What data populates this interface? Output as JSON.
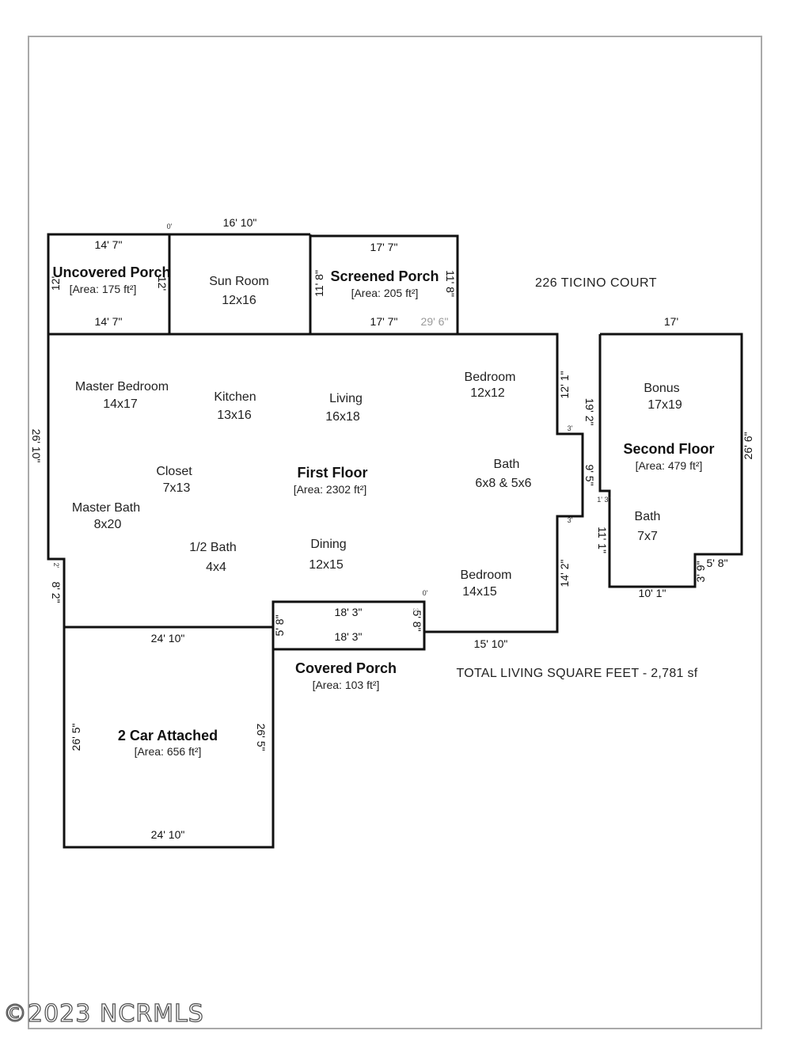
{
  "address": "226 TICINO COURT",
  "total": "TOTAL LIVING SQUARE FEET - 2,781 sf",
  "watermark": "©2023 NCRMLS",
  "areas": {
    "uncovered_porch": {
      "title": "Uncovered Porch",
      "area": "[Area: 175 ft²]"
    },
    "screened_porch": {
      "title": "Screened Porch",
      "area": "[Area: 205 ft²]"
    },
    "first_floor": {
      "title": "First Floor",
      "area": "[Area: 2302 ft²]"
    },
    "second_floor": {
      "title": "Second Floor",
      "area": "[Area: 479 ft²]"
    },
    "covered_porch": {
      "title": "Covered Porch",
      "area": "[Area: 103 ft²]"
    },
    "garage": {
      "title": "2 Car Attached",
      "area": "[Area: 656 ft²]"
    }
  },
  "rooms": {
    "sun_room": {
      "name": "Sun Room",
      "size": "12x16"
    },
    "master_bedroom": {
      "name": "Master Bedroom",
      "size": "14x17"
    },
    "kitchen": {
      "name": "Kitchen",
      "size": "13x16"
    },
    "living": {
      "name": "Living",
      "size": "16x18"
    },
    "bedroom_1": {
      "name": "Bedroom",
      "size": "12x12"
    },
    "closet": {
      "name": "Closet",
      "size": "7x13"
    },
    "bath_1": {
      "name": "Bath",
      "size": "6x8 & 5x6"
    },
    "master_bath": {
      "name": "Master Bath",
      "size": "8x20"
    },
    "half_bath": {
      "name": "1/2 Bath",
      "size": "4x4"
    },
    "dining": {
      "name": "Dining",
      "size": "12x15"
    },
    "bedroom_2": {
      "name": "Bedroom",
      "size": "14x15"
    },
    "bonus": {
      "name": "Bonus",
      "size": "17x19"
    },
    "bath_2": {
      "name": "Bath",
      "size": "7x7"
    }
  },
  "dims": {
    "sun_room_top": "16' 10\"",
    "zero_a": "0'",
    "uncov_top": "14' 7\"",
    "uncov_bottom": "14' 7\"",
    "uncov_left": "12'",
    "uncov_right": "12'",
    "scr_top": "17' 7\"",
    "scr_bottom": "17' 7\"",
    "scr_left": "11' 8\"",
    "scr_right": "11' 8\"",
    "scr_overall": "29' 6\"",
    "left_overall": "26' 10\"",
    "left_lower": "8' 2\"",
    "left_small": "2'",
    "right_upper": "12' 1\"",
    "right_jog_a": "3'",
    "right_mid": "9' 5\"",
    "right_jog_b": "3'",
    "right_lower": "14' 2\"",
    "bottom_right": "15' 10\"",
    "zero_b": "0'",
    "cov_top": "18' 3\"",
    "cov_bottom": "18' 3\"",
    "cov_left": "5' 8\"",
    "cov_right": "5' 8\"",
    "cov_right_small": "3'",
    "garage_top": "24' 10\"",
    "garage_bottom": "24' 10\"",
    "garage_left": "26' 5\"",
    "garage_right": "26' 5\"",
    "second_top": "17'",
    "second_left": "19' 2\"",
    "second_right": "26' 6\"",
    "second_jog": "1' 3\"",
    "second_lower_left": "11' 1\"",
    "second_bottom": "10' 1\"",
    "second_step_v": "3' 9\"",
    "second_step_h": "5' 8\""
  }
}
